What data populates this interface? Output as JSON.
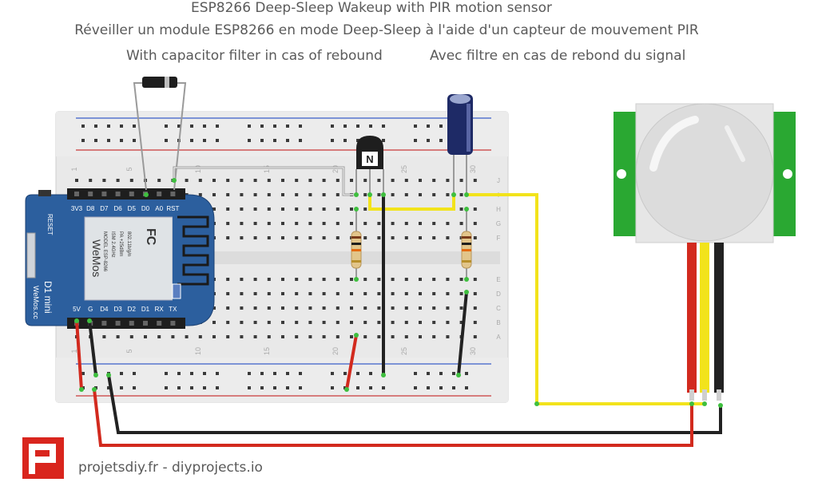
{
  "captions": {
    "title": "ESP8266 Deep-Sleep Wakeup with PIR motion sensor",
    "title_fr": "Réveiller un module ESP8266 en mode Deep-Sleep à l'aide d'un capteur de mouvement PIR",
    "filter_en": "With capacitor filter in cas of rebound",
    "filter_fr": "Avec filtre en cas de rebond du signal"
  },
  "board": {
    "name": "D1 mini",
    "brand": "WeMos.cc",
    "reset_label": "RESET",
    "module_model": "MODEL  ESP-8266",
    "module_spec1": "ISM 2.4GHz",
    "module_spec2": "PA +25dBm",
    "module_spec3": "802.11b/g/n",
    "module_cert": "FC",
    "module_logo": "WeMos",
    "top_pins": [
      "3V3",
      "D8",
      "D7",
      "D6",
      "D5",
      "D0",
      "A0",
      "RST"
    ],
    "bottom_pins": [
      "5V",
      "G",
      "D4",
      "D3",
      "D2",
      "D1",
      "RX",
      "TX"
    ]
  },
  "breadboard": {
    "column_numbers": [
      "1",
      "5",
      "10",
      "15",
      "20",
      "25",
      "30"
    ],
    "row_letters": [
      "J",
      "I",
      "H",
      "G",
      "F",
      "E",
      "D",
      "C",
      "B",
      "A"
    ]
  },
  "transistor_label": "N",
  "footer": {
    "text": "projetsdiy.fr - diyprojects.io"
  },
  "colors": {
    "wire_red": "#d22a1e",
    "wire_black": "#222222",
    "wire_yellow": "#f2e31b",
    "wire_gray": "#9a9a9a",
    "board_blue": "#2c5f9e",
    "pir_green": "#2aa832",
    "logo_red": "#d9251d"
  }
}
